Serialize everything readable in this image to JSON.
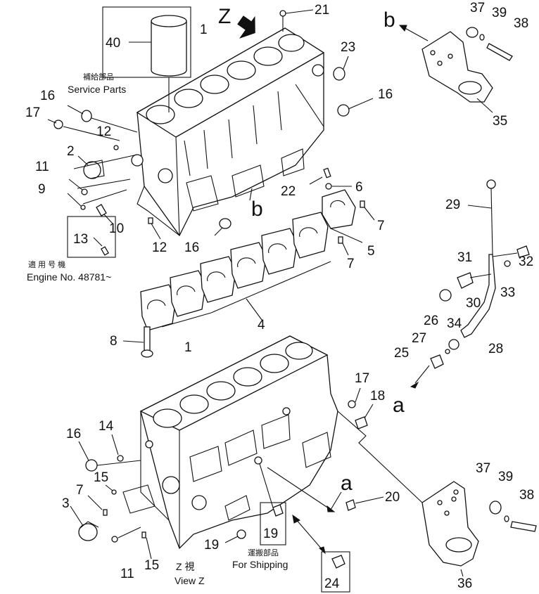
{
  "labels": {
    "service_parts_jp": "補給部品",
    "service_parts_en": "Service Parts",
    "engine_jp": "適 用 号 機",
    "engine_en": "Engine No. 48781~",
    "shipping_jp": "運搬部品",
    "shipping_en": "For Shipping",
    "view_jp": "Z 視",
    "view_en": "View Z",
    "view_letter_z": "Z",
    "view_letter_b_top": "b",
    "view_letter_b_mid": "b",
    "view_letter_a_left": "a",
    "view_letter_a_mid": "a"
  },
  "callouts": {
    "n40": "40",
    "n1_top": "1",
    "n21": "21",
    "n23": "23",
    "n16_r": "16",
    "n16_l": "16",
    "n17_l": "17",
    "n12_a": "12",
    "n2": "2",
    "n11_a": "11",
    "n9": "9",
    "n10": "10",
    "n13": "13",
    "n12_b": "12",
    "n16_m": "16",
    "n22": "22",
    "n6": "6",
    "n7_a": "7",
    "n5": "5",
    "n7_b": "7",
    "n4": "4",
    "n8": "8",
    "n1_bot": "1",
    "n37_t": "37",
    "n39_t": "39",
    "n38_t": "38",
    "n35": "35",
    "n29": "29",
    "n31": "31",
    "n32": "32",
    "n33": "33",
    "n30": "30",
    "n34": "34",
    "n26": "26",
    "n27": "27",
    "n25": "25",
    "n28": "28",
    "n17_r": "17",
    "n18": "18",
    "n16_b": "16",
    "n14": "14",
    "n15_a": "15",
    "n7_c": "7",
    "n3": "3",
    "n11_b": "11",
    "n15_b": "15",
    "n20": "20",
    "n19_a": "19",
    "n19_b": "19",
    "n24": "24",
    "n37_b": "37",
    "n39_b": "39",
    "n38_b": "38",
    "n36": "36"
  }
}
